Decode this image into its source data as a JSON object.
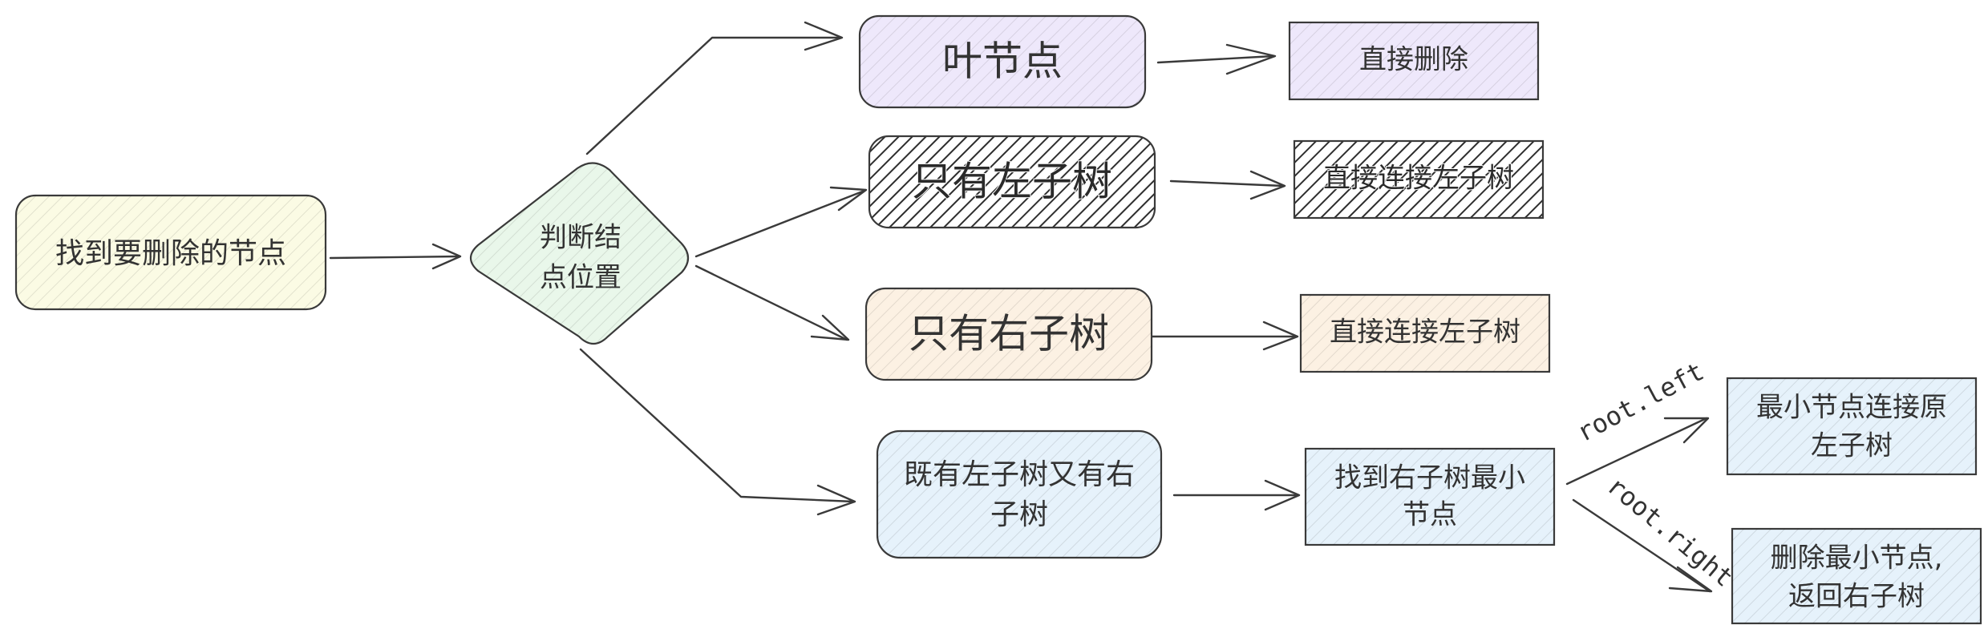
{
  "nodes": {
    "find_node": {
      "label": "找到要删除的节点",
      "fill": "#fbfbe4"
    },
    "judge": {
      "line1": "判断结",
      "line2": "点位置",
      "fill": "#e9f7ea"
    },
    "leaf": {
      "label": "叶节点",
      "fill": "#eee8fb"
    },
    "only_left": {
      "label": "只有左子树",
      "fill": "#2e2e2e"
    },
    "only_right": {
      "label": "只有右子树",
      "fill": "#fcf1e3"
    },
    "both": {
      "line1": "既有左子树又有右",
      "line2": "子树",
      "fill": "#e6f2fb"
    },
    "delete_direct": {
      "label": "直接删除",
      "fill": "#eee8fb"
    },
    "connect_left_1": {
      "label": "直接连接左子树",
      "fill": "#2e2e2e"
    },
    "connect_left_2": {
      "label": "直接连接左子树",
      "fill": "#fcf1e3"
    },
    "find_right_min": {
      "line1": "找到右子树最小",
      "line2": "节点",
      "fill": "#e6f2fb"
    },
    "min_connect_left": {
      "line1": "最小节点连接原",
      "line2": "左子树",
      "fill": "#e6f2fb"
    },
    "delete_min_return": {
      "line1": "删除最小节点,",
      "line2": "返回右子树",
      "fill": "#e6f2fb"
    }
  },
  "edge_labels": {
    "left": "root.left",
    "right": "root.right"
  }
}
